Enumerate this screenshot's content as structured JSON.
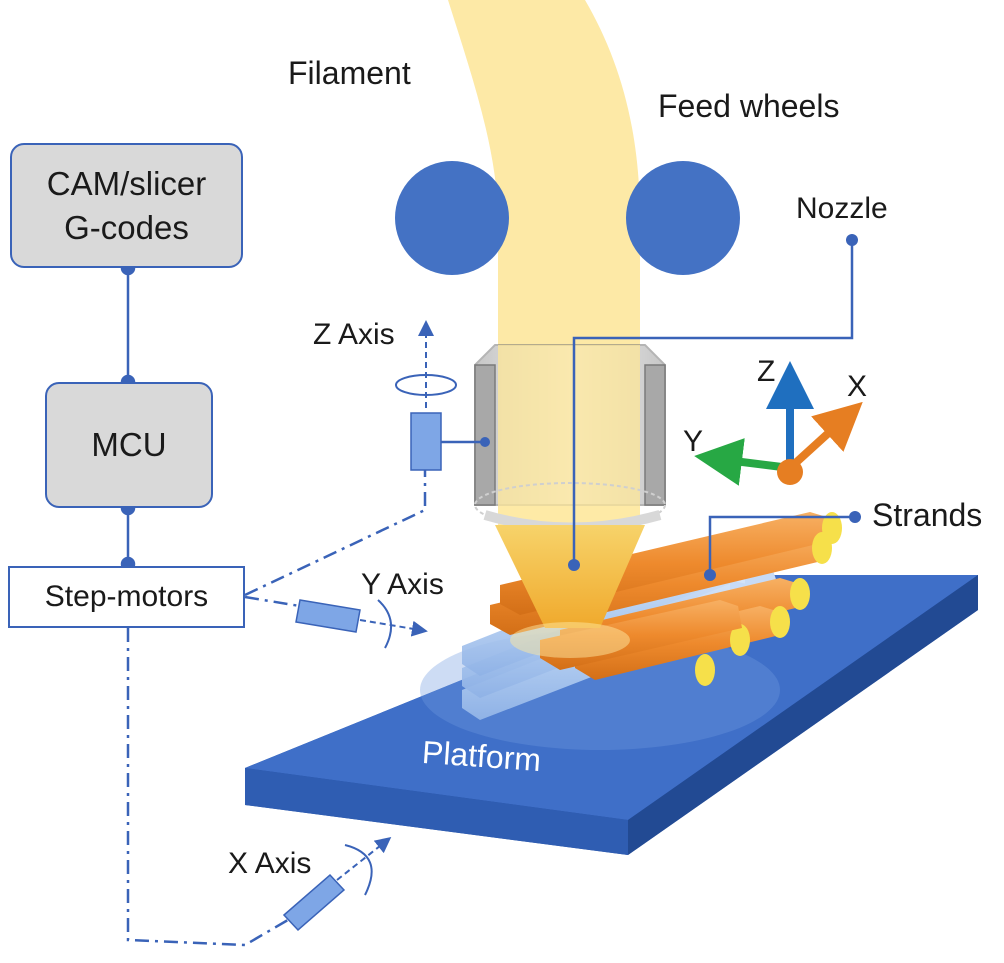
{
  "labels": {
    "filament": "Filament",
    "feed_wheels": "Feed wheels",
    "nozzle": "Nozzle",
    "strands": "Strands",
    "platform": "Platform",
    "z_axis": "Z Axis",
    "y_axis": "Y Axis",
    "x_axis": "X Axis"
  },
  "blocks": {
    "cam_line1": "CAM/slicer",
    "cam_line2": "G-codes",
    "mcu": "MCU",
    "step_motors": "Step-motors"
  },
  "triad": {
    "z": "Z",
    "x": "X",
    "y": "Y"
  },
  "colors": {
    "filament": "#fde9a6",
    "wheel": "#4472c4",
    "connector": "#3a63b8",
    "platform_top": "#3f6fc8",
    "platform_side": "#2b55a6",
    "strand_orange": "#ee8a2d",
    "strand_yellow": "#f6e04a",
    "strand_blue": "#a9c8f0",
    "nozzle_tip": "#f5c13e",
    "axis_z": "#1f6fbf",
    "axis_x": "#e67e22",
    "axis_y": "#27a844",
    "motor": "#7ea6e6",
    "block_gray": "#d9d9d9"
  }
}
